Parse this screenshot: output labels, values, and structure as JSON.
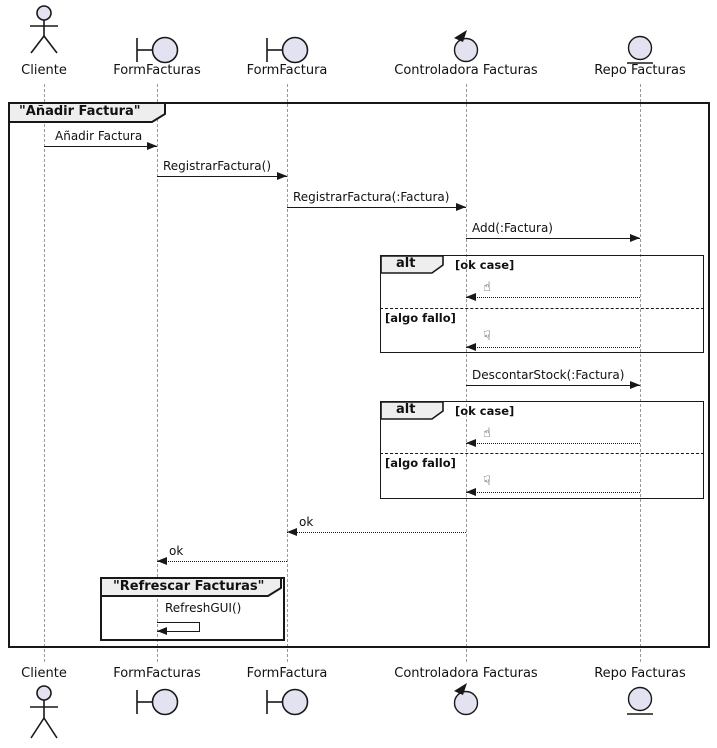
{
  "diagram_title": "\"Añadir Factura\"",
  "inner_frame_title": "\"Refrescar Facturas\"",
  "participants": {
    "cliente": {
      "label": "Cliente",
      "type": "actor"
    },
    "form_facturas": {
      "label": "FormFacturas",
      "type": "boundary"
    },
    "form_factura": {
      "label": "FormFactura",
      "type": "boundary"
    },
    "controladora_facturas": {
      "label": "Controladora Facturas",
      "type": "control"
    },
    "repo_facturas": {
      "label": "Repo Facturas",
      "type": "entity"
    }
  },
  "messages": {
    "anadir_factura": "Añadir Factura",
    "registrar_factura": "RegistrarFactura()",
    "registrar_factura_arg": "RegistrarFactura(:Factura)",
    "add_factura": "Add(:Factura)",
    "descontar_stock": "DescontarStock(:Factura)",
    "ok_to_form_factura": "ok",
    "ok_to_form_facturas": "ok",
    "refresh_gui": "RefreshGUI()"
  },
  "alt_fragment_1": {
    "operator": "alt",
    "guard_ok": "[ok case]",
    "guard_fail": "[algo fallo]",
    "thumbs_up_icon": "☝",
    "thumbs_down_icon": "☟"
  },
  "alt_fragment_2": {
    "operator": "alt",
    "guard_ok": "[ok case]",
    "guard_fail": "[algo fallo]",
    "thumbs_up_icon": "☝",
    "thumbs_down_icon": "☟"
  },
  "colors": {
    "background": "#FFFFFF",
    "participant_fill": "#E2E2F0",
    "frame_label_fill": "#EEEEEE",
    "line": "#181818",
    "lifeline": "#999999"
  }
}
